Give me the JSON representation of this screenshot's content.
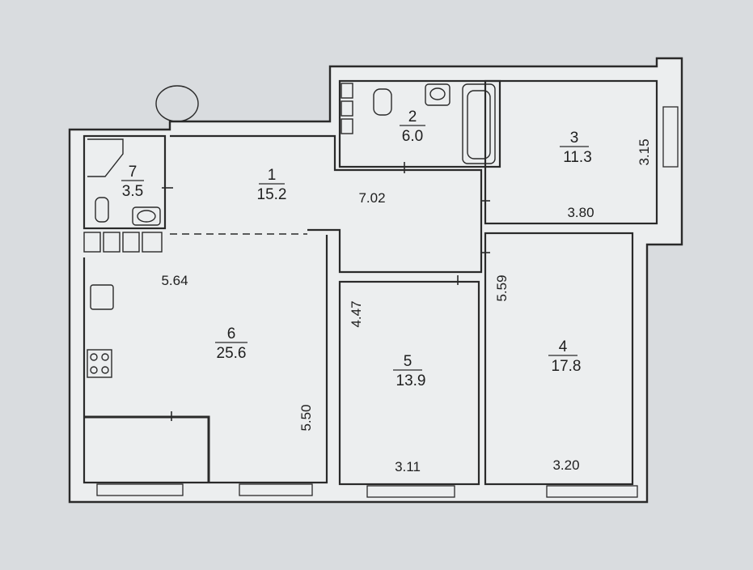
{
  "rooms": [
    {
      "id": "r1",
      "number": "1",
      "area": "15.2"
    },
    {
      "id": "r2",
      "number": "2",
      "area": "6.0"
    },
    {
      "id": "r3",
      "number": "3",
      "area": "11.3"
    },
    {
      "id": "r4",
      "number": "4",
      "area": "17.8"
    },
    {
      "id": "r5",
      "number": "5",
      "area": "13.9"
    },
    {
      "id": "r6",
      "number": "6",
      "area": "25.6"
    },
    {
      "id": "r7",
      "number": "7",
      "area": "3.5"
    }
  ],
  "dimensions": {
    "corridor_length": "7.02",
    "room3_depth": "3.15",
    "room3_width": "3.80",
    "room4_depth": "5.59",
    "room4_width": "3.20",
    "room5_depth": "4.47",
    "room5_width": "3.11",
    "room6_width": "5.64",
    "room6_depth": "5.50"
  },
  "colors": {
    "background": "#d9dcdf",
    "plan": "#eceeef",
    "line": "#2a2a2a"
  }
}
